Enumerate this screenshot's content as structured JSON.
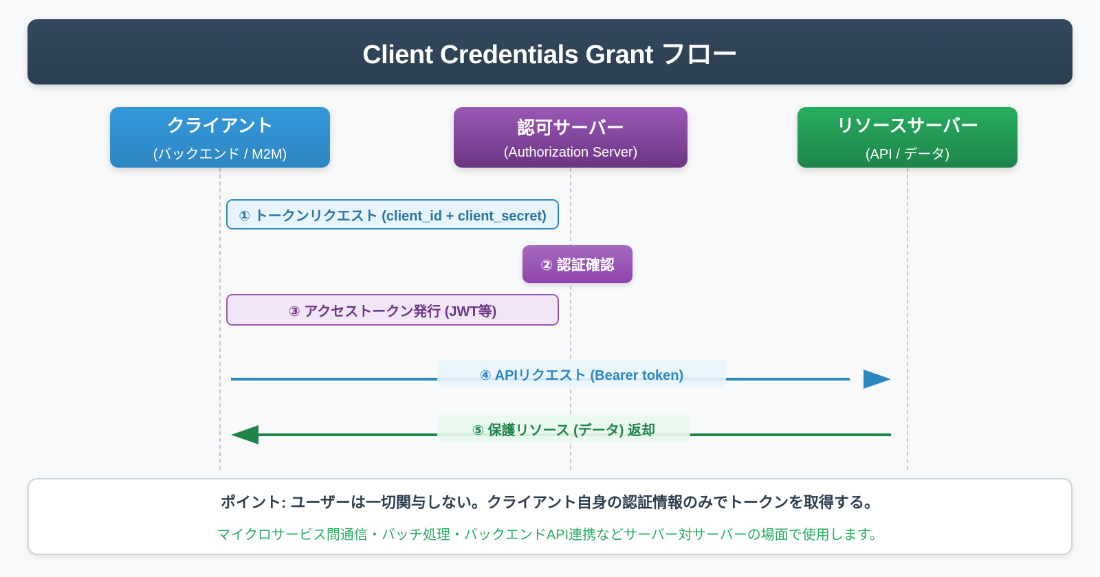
{
  "title": "Client Credentials Grant フロー",
  "actors": [
    {
      "name": "クライアント",
      "sub": "(バックエンド / M2M)",
      "color": "#3498db"
    },
    {
      "name": "認可サーバー",
      "sub": "(Authorization Server)",
      "color": "#8e44ad"
    },
    {
      "name": "リソースサーバー",
      "sub": "(API / データ)",
      "color": "#27ae60"
    }
  ],
  "steps": [
    {
      "label": "① トークンリクエスト (client_id + client_secret)",
      "from": "クライアント",
      "to": "認可サーバー",
      "color": "#2e86c1"
    },
    {
      "label": "② 認証確認",
      "at": "認可サーバー",
      "color": "#8e44ad"
    },
    {
      "label": "③ アクセストークン発行 (JWT等)",
      "from": "認可サーバー",
      "to": "クライアント",
      "color": "#8e44ad"
    },
    {
      "label": "④ APIリクエスト (Bearer token)",
      "from": "クライアント",
      "to": "リソースサーバー",
      "color": "#2e86c1"
    },
    {
      "label": "⑤ 保護リソース (データ) 返却",
      "from": "リソースサーバー",
      "to": "クライアント",
      "color": "#1e8449"
    }
  ],
  "note": {
    "main": "ポイント: ユーザーは一切関与しない。クライアント自身の認証情報のみでトークンを取得する。",
    "detail": "マイクロサービス間通信・バッチ処理・バックエンドAPI連携などサーバー対サーバーの場面で使用します。"
  }
}
